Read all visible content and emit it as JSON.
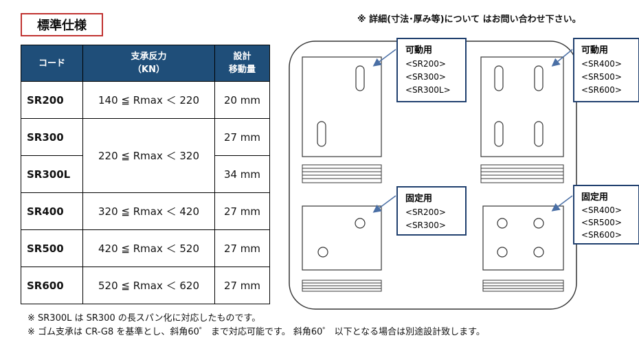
{
  "title": "標準仕様",
  "top_note": "※ 詳細(寸法･厚み等)について はお問い合わせ下さい。",
  "table": {
    "headers": {
      "code": "コード",
      "force_line1": "支承反力",
      "force_line2": "（KN）",
      "disp_line1": "設計",
      "disp_line2": "移動量"
    },
    "rows": [
      {
        "code": "SR200",
        "range": "140 ≦ Rmax ＜ 220",
        "disp": "20 mm"
      },
      {
        "code": "SR300",
        "range": "220 ≦ Rmax ＜ 320",
        "disp": "27 mm"
      },
      {
        "code": "SR300L",
        "range": "",
        "disp": "34 mm"
      },
      {
        "code": "SR400",
        "range": "320 ≦ Rmax ＜ 420",
        "disp": "27 mm"
      },
      {
        "code": "SR500",
        "range": "420 ≦ Rmax ＜ 520",
        "disp": "27 mm"
      },
      {
        "code": "SR600",
        "range": "520 ≦ Rmax ＜ 620",
        "disp": "27 mm"
      }
    ]
  },
  "callouts": {
    "movable_small": {
      "title": "可動用",
      "items": [
        "<SR200>",
        "<SR300>",
        "<SR300L>"
      ]
    },
    "movable_large": {
      "title": "可動用",
      "items": [
        "<SR400>",
        "<SR500>",
        "<SR600>"
      ]
    },
    "fixed_small": {
      "title": "固定用",
      "items": [
        "<SR200>",
        "<SR300>"
      ]
    },
    "fixed_large": {
      "title": "固定用",
      "items": [
        "<SR400>",
        "<SR500>",
        "<SR600>"
      ]
    }
  },
  "notes": [
    "※ SR300L は SR300 の長スパン化に対応したものです。",
    "※ ゴム支承は CR-G8 を基準とし、斜角60゜ まで対応可能です。 斜角60゜ 以下となる場合は別途設計致します。"
  ],
  "colors": {
    "header_bg": "#1f4e79",
    "title_border": "#c0312f",
    "callout_border": "#1f3f6e"
  }
}
